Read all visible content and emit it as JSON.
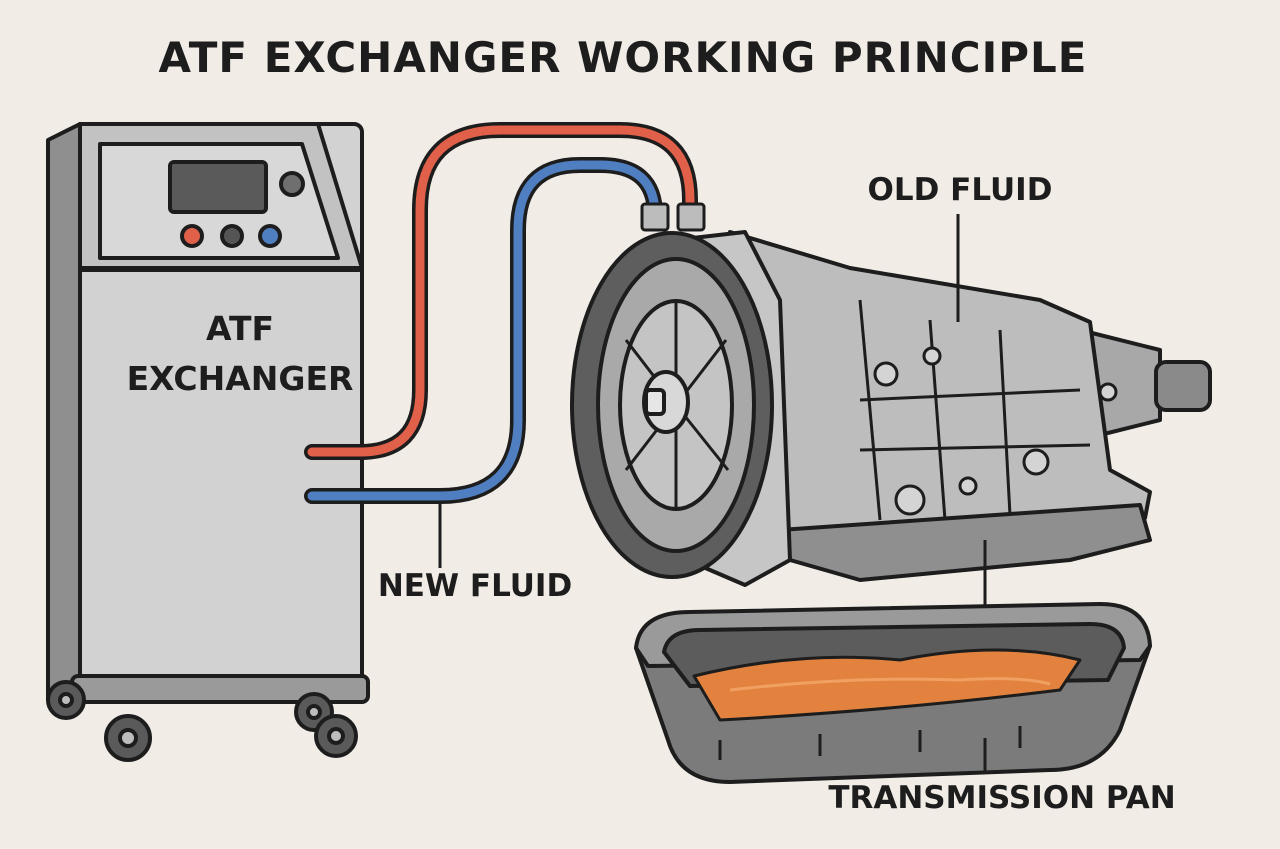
{
  "diagram": {
    "title": "ATF EXCHANGER WORKING PRINCIPLE",
    "machine_label_line1": "ATF",
    "machine_label_line2": "EXCHANGER",
    "callouts": {
      "old_fluid": "OLD FLUID",
      "new_fluid": "NEW FLUID",
      "transmission_pan": "TRANSMISSION PAN"
    },
    "colors": {
      "background": "#f1ece6",
      "red_hose": "#e0604a",
      "blue_hose": "#4f7fc0",
      "machine_body": "#cfcfcf",
      "transmission_metal": "#b9b9b9",
      "fluid": "#e2823e",
      "outline": "#1d1d1d"
    },
    "icons": {
      "machine": "atf-exchanger-machine",
      "transmission": "automatic-transmission",
      "pan": "drain-pan"
    }
  }
}
